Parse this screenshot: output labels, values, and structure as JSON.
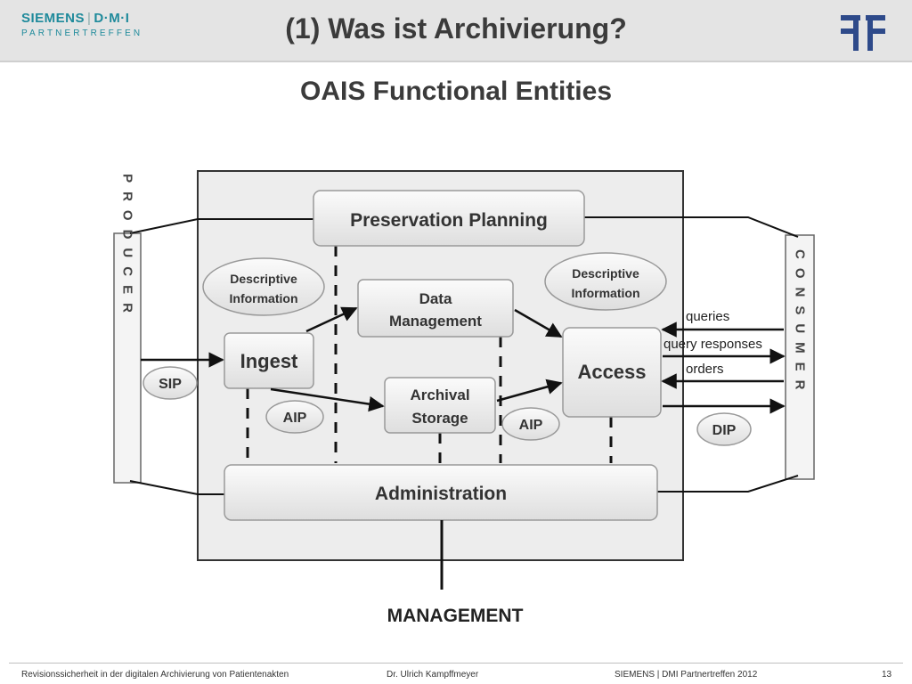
{
  "header": {
    "logo_brand": "SIEMENS",
    "logo_suffix": "D·M·I",
    "logo_subline": "PARTNERTREFFEN",
    "title": "(1) Was ist Archivierung?"
  },
  "subtitle": "OAIS Functional Entities",
  "diagram": {
    "producer_label": "PRODUCER",
    "consumer_label": "CONSUMER",
    "preservation_planning": "Preservation Planning",
    "descriptive_info_left": [
      "Descriptive",
      "Information"
    ],
    "descriptive_info_right": [
      "Descriptive",
      "Information"
    ],
    "data_management": [
      "Data",
      "Management"
    ],
    "ingest": "Ingest",
    "archival_storage": [
      "Archival",
      "Storage"
    ],
    "access": "Access",
    "administration": "Administration",
    "management": "MANAGEMENT",
    "sip": "SIP",
    "aip_left": "AIP",
    "aip_right": "AIP",
    "dip": "DIP",
    "queries": "queries",
    "query_responses": "query responses",
    "orders": "orders"
  },
  "footer": {
    "left": "Revisionssicherheit in der digitalen Archivierung von Patientenakten",
    "center": "Dr. Ulrich Kampffmeyer",
    "right": "SIEMENS | DMI Partnertreffen 2012",
    "page_number": "13"
  }
}
